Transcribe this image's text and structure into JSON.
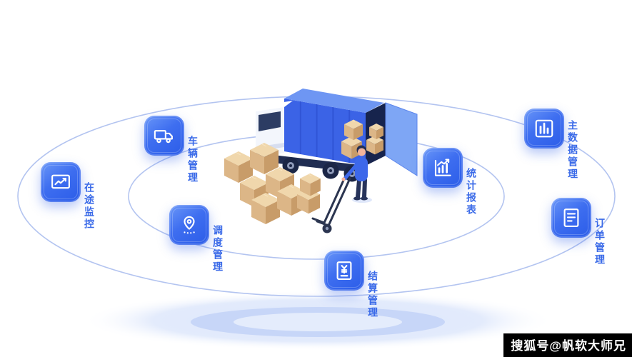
{
  "page": {
    "background": "#ffffff",
    "description": "logistics TMS platform modules diagram"
  },
  "modules": [
    {
      "id": "vehicle-management",
      "label": "车辆管理",
      "icon": "truck-icon"
    },
    {
      "id": "in-transit-monitoring",
      "label": "在途监控",
      "icon": "line-chart-monitor-icon"
    },
    {
      "id": "dispatch-management",
      "label": "调度管理",
      "icon": "route-pin-icon"
    },
    {
      "id": "settlement-management",
      "label": "结算管理",
      "icon": "yuan-invoice-icon"
    },
    {
      "id": "statistical-reports",
      "label": "统计报表",
      "icon": "bar-chart-trend-icon"
    },
    {
      "id": "master-data-management",
      "label": "主数据管理",
      "icon": "data-bars-icon"
    },
    {
      "id": "order-management",
      "label": "订单管理",
      "icon": "order-list-icon"
    }
  ],
  "watermark": {
    "text": "搜狐号@帆软大师兄"
  },
  "colors": {
    "badge_gradient_start": "#6a97f8",
    "badge_gradient_end": "#2b5ce8",
    "label_text": "#3a6ae8",
    "orbit_line": "#b3c4f0",
    "ground_shadow": "#c7d6f8",
    "truck_blue": "#3b63e6",
    "box_tan": "#dcb687"
  }
}
